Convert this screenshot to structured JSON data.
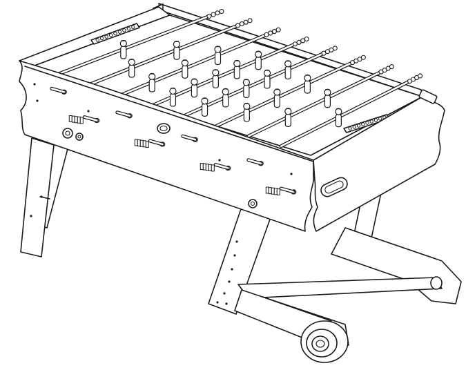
{
  "figure": {
    "subject": "foosball-table",
    "palette": {
      "line": "#1a1a1a",
      "background": "#ffffff"
    },
    "counts": {
      "rods": 8,
      "players": [
        1,
        2,
        3,
        5,
        5,
        3,
        2,
        1
      ]
    }
  }
}
